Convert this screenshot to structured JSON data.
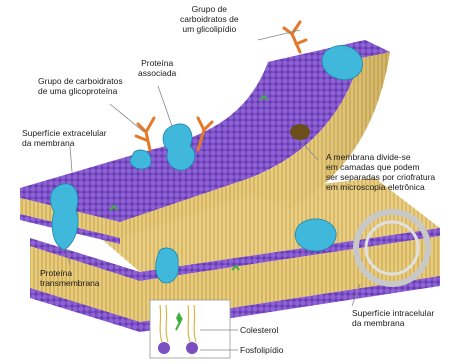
{
  "labels": {
    "glicolipidio_carb": "Grupo de\ncarboidratos de\num glicolipídio",
    "proteina_associada": "Proteína\nassociada",
    "glicoproteina_carb": "Grupo de carboidratos\nde uma glicoproteína",
    "superficie_extracelular": "Superfície extracelular\nda membrana",
    "membrana_divide": "A membrana divide-se\nem camadas que podem\nser separadas por criofratura\nem microscopia eletrônica",
    "proteina_transmembrana": "Proteína\ntransmembrana",
    "colesterol": "Colesterol",
    "fosfolipidio": "Fosfolipídio",
    "superficie_intracelular": "Superfície intracelular\nda membrana"
  },
  "colors": {
    "phospholipid_head": "#7b4fc2",
    "lipid_tail": "#e3c36a",
    "protein": "#3fb8dc",
    "carbohydrate": "#e37a2a",
    "cholesterol": "#3fae3f"
  },
  "icons": [
    "membrane-illustration",
    "phospholipid-legend-icon"
  ]
}
